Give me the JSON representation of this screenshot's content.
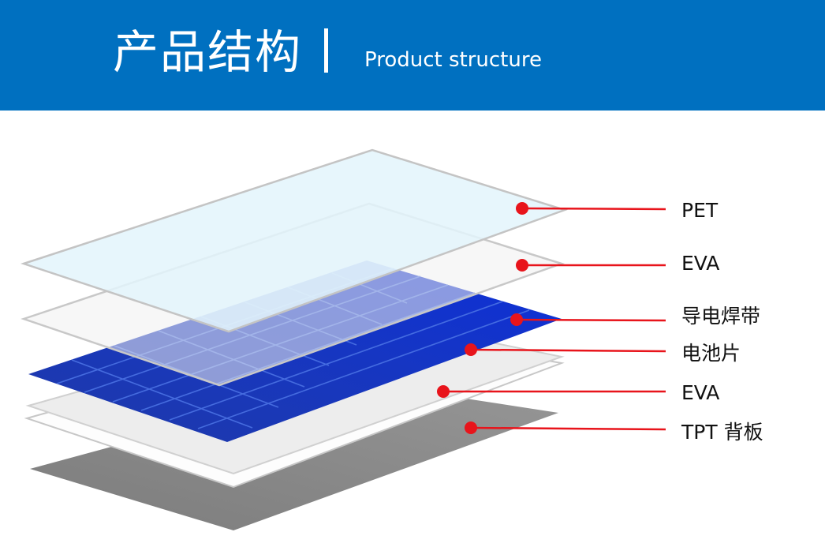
{
  "header": {
    "title_zh": "产品结构",
    "title_en": "Product structure",
    "background_color": "#0070c0"
  },
  "layers": [
    {
      "label": "PET"
    },
    {
      "label": "EVA"
    },
    {
      "label": "导电焊带"
    },
    {
      "label": "电池片"
    },
    {
      "label": "EVA"
    },
    {
      "label": "TPT 背板"
    }
  ],
  "colors": {
    "pointer": "#e8141b",
    "cell": "#1135c8",
    "shadow": "#8a8a8a",
    "pet": "#e3f4fb",
    "eva": "#f2f2f2"
  }
}
